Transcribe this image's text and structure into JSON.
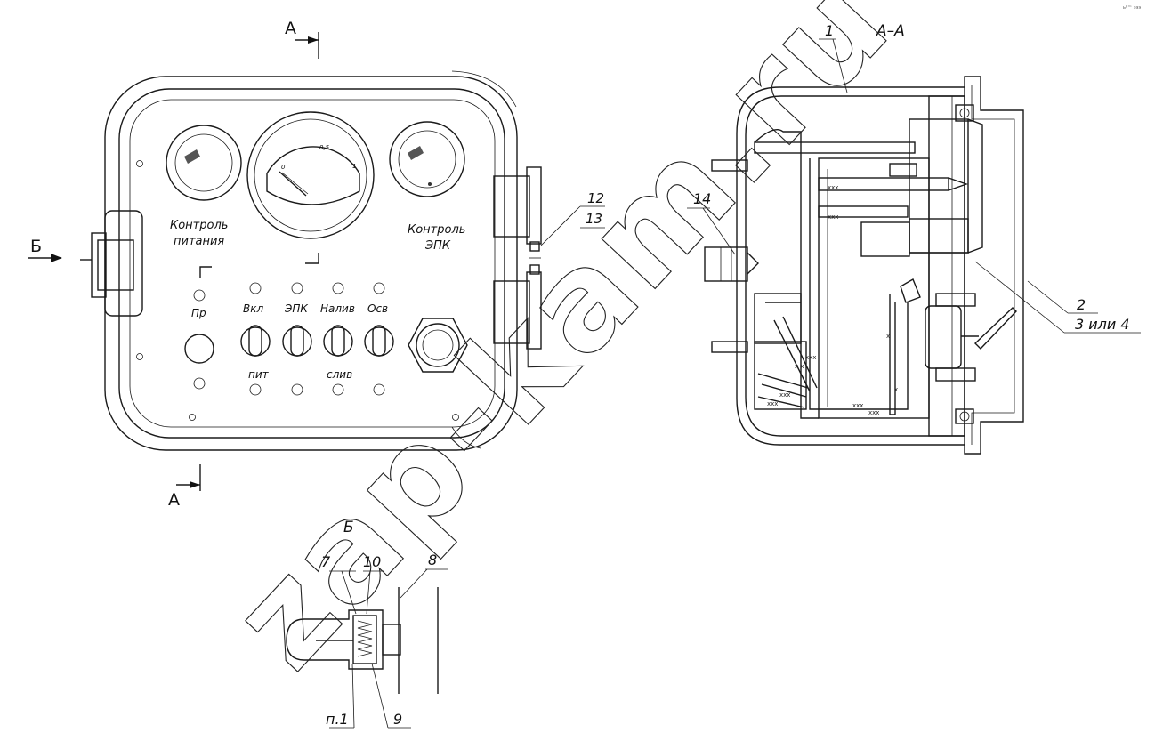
{
  "section": {
    "a_top": "А",
    "a_bottom": "А",
    "b_arrow": "Б",
    "aa_title": "А–А",
    "b_detail": "Б"
  },
  "panel": {
    "left_lamp_label_1": "Контроль",
    "left_lamp_label_2": "питания",
    "right_lamp_label_1": "Контроль",
    "right_lamp_label_2": "ЭПК",
    "gauge_ticks": [
      "0",
      "0,5",
      "1"
    ],
    "switches_top": [
      "Пр",
      "Вкл",
      "ЭПК",
      "Налив",
      "Осв"
    ],
    "switches_bottom": [
      "пит",
      "слив"
    ]
  },
  "callouts": {
    "n1": "1",
    "n2": "2",
    "n3_4": "3 или 4",
    "n7": "7",
    "n8": "8",
    "n9": "9",
    "n10": "10",
    "n12": "12",
    "n13": "13",
    "n14": "14",
    "np1": "п.1"
  },
  "watermark": "zap-kam.ru",
  "corner_mark": "ьº™ эээ"
}
